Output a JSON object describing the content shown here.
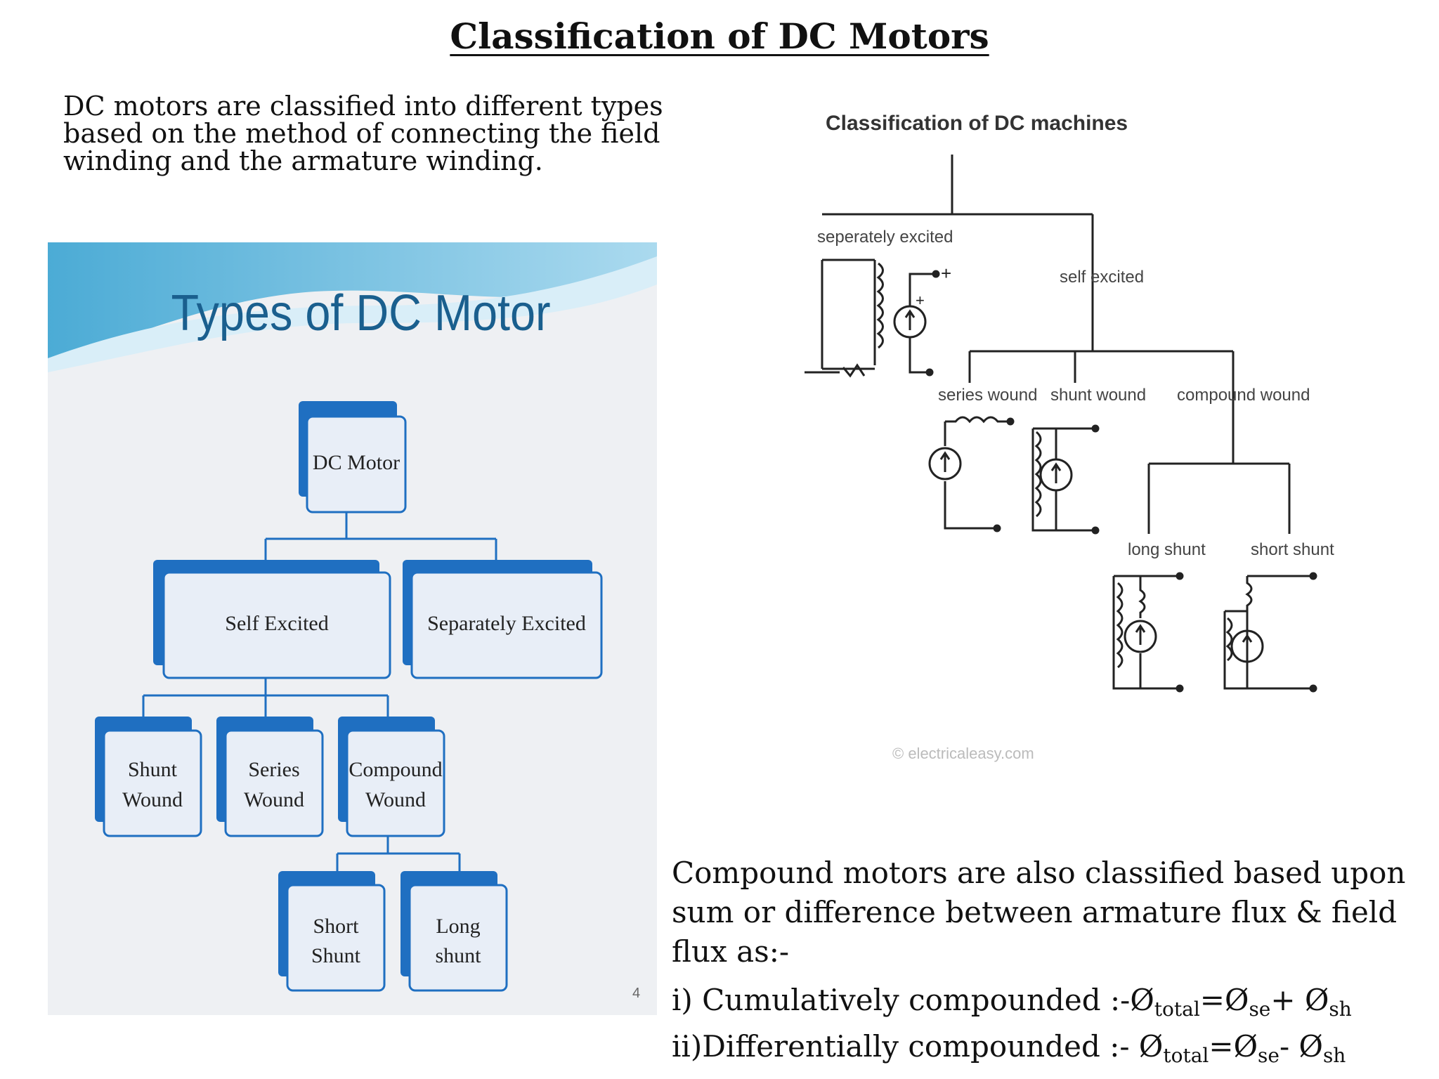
{
  "title": "Classification of DC Motors",
  "intro": "DC motors are classified into different types based on the method of connecting the field winding and the armature winding.",
  "left_figure": {
    "heading": "Types of DC Motor",
    "root": "DC Motor",
    "level2": [
      "Self Excited",
      "Separately Excited"
    ],
    "level3": [
      [
        "Shunt",
        "Wound"
      ],
      [
        "Series",
        "Wound"
      ],
      [
        "Compound",
        "Wound"
      ]
    ],
    "level4": [
      [
        "Short",
        "Shunt"
      ],
      [
        "Long",
        "shunt"
      ]
    ],
    "page_number": "4",
    "colors": {
      "box_dark": "#1f6fc1",
      "box_light": "#e8eef7",
      "connector": "#1f6fc1",
      "heading": "#1a5f8e"
    }
  },
  "right_figure": {
    "heading": "Classification of DC machines",
    "separately_excited": "seperately excited",
    "self_excited": "self excited",
    "series_wound": "series wound",
    "shunt_wound": "shunt wound",
    "compound_wound": "compound wound",
    "long_shunt": "long shunt",
    "short_shunt": "short shunt",
    "watermark": "© electricaleasy.com"
  },
  "compound_text": "Compound motors are also classified based upon sum or difference between armature flux & field flux as:-",
  "equations": {
    "eq1": {
      "prefix": "i) Cumulatively compounded :-",
      "phi": "Ø",
      "sub_total": "total",
      "eq": "=",
      "sub_se": "se",
      "op": "+ ",
      "sub_sh": "sh"
    },
    "eq2": {
      "prefix": "ii)Differentially compounded :- ",
      "phi": "Ø",
      "sub_total": "total",
      "eq": "=",
      "sub_se": "se",
      "op": "- ",
      "sub_sh": "sh"
    }
  }
}
